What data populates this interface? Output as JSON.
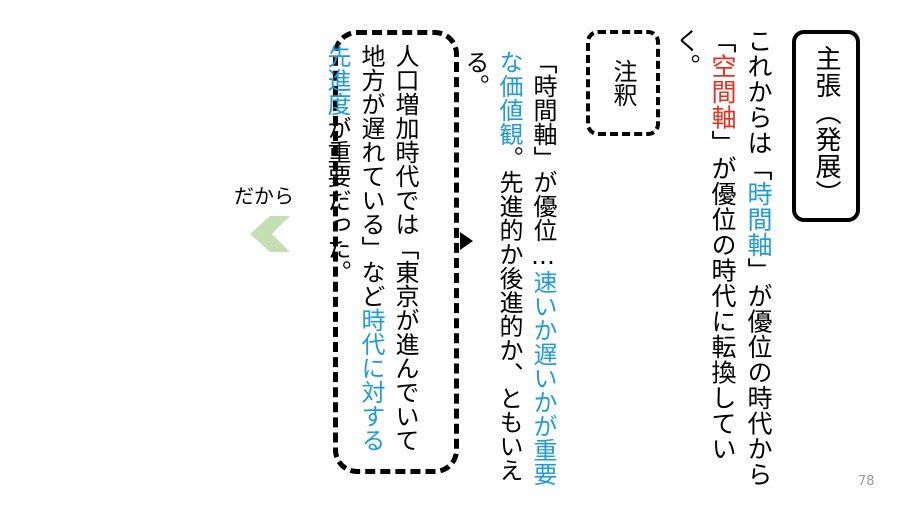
{
  "heading": {
    "label": "主張（発展）"
  },
  "claim": {
    "segments": [
      {
        "text": "これからは「",
        "style": "normal"
      },
      {
        "text": "時間軸",
        "style": "blue"
      },
      {
        "text": "」が優位の時代から「",
        "style": "normal"
      },
      {
        "text": "空間軸",
        "style": "red"
      },
      {
        "text": "」が優位の時代に転換していく。",
        "style": "normal"
      }
    ]
  },
  "note": {
    "label": "注釈",
    "segments": [
      {
        "text": "「時間軸」が優位",
        "style": "normal"
      },
      {
        "text": "…",
        "style": "normal"
      },
      {
        "text": "速いか遅いかが重要な価値観",
        "style": "blue"
      },
      {
        "text": "。先進的か後進的か、ともいえる。",
        "style": "normal"
      }
    ]
  },
  "example": {
    "segments": [
      {
        "text": "人口増加時代では「東京が進んでいて地方が遅れている」など",
        "style": "normal"
      },
      {
        "text": "時代に対する先進度",
        "style": "blue"
      },
      {
        "text": "が重要だった。",
        "style": "normal"
      }
    ]
  },
  "connector": {
    "label": "だから"
  },
  "page_number": "78",
  "colors": {
    "blue": "#1f9bdb",
    "red": "#e8301f",
    "chevron": "#c5dfb4"
  }
}
